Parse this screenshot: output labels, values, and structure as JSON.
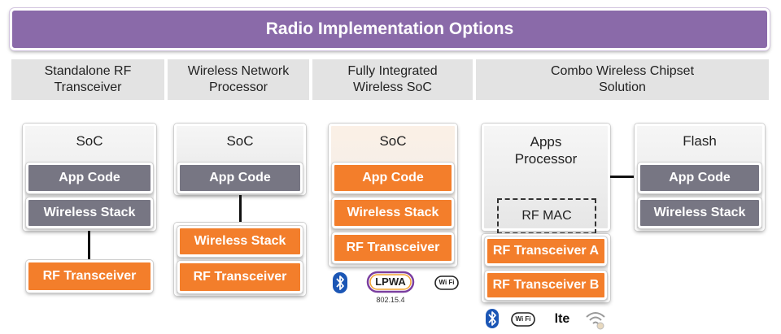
{
  "title": "Radio Implementation Options",
  "columns": [
    {
      "header": "Standalone RF Transceiver"
    },
    {
      "header": "Wireless Network Processor"
    },
    {
      "header": "Fully Integrated Wireless SoC"
    },
    {
      "header": "Combo Wireless Chipset Solution"
    }
  ],
  "labels": {
    "soc": "SoC",
    "app_code": "App Code",
    "wireless_stack": "Wireless Stack",
    "rf_transceiver": "RF Transceiver",
    "apps_processor": "Apps Processor",
    "flash": "Flash",
    "rf_mac": "RF MAC",
    "rf_transceiver_a": "RF Transceiver A",
    "rf_transceiver_b": "RF Transceiver B"
  },
  "icons": {
    "col3": [
      "bluetooth-icon",
      "lpwa-icon",
      "wifi-icon"
    ],
    "col3_caption": "802.15.4",
    "lpwa_text": "LPWA",
    "wifi_text": "Wi Fi",
    "col4": [
      "bluetooth-icon",
      "wifi-icon",
      "lte-icon",
      "wireless-signal-icon"
    ],
    "lte_text": "lte"
  },
  "colors": {
    "title_bg": "#8a6aa9",
    "gray_block": "#777683",
    "orange_block": "#f37e2b",
    "header_bg": "#e3e3e3"
  }
}
